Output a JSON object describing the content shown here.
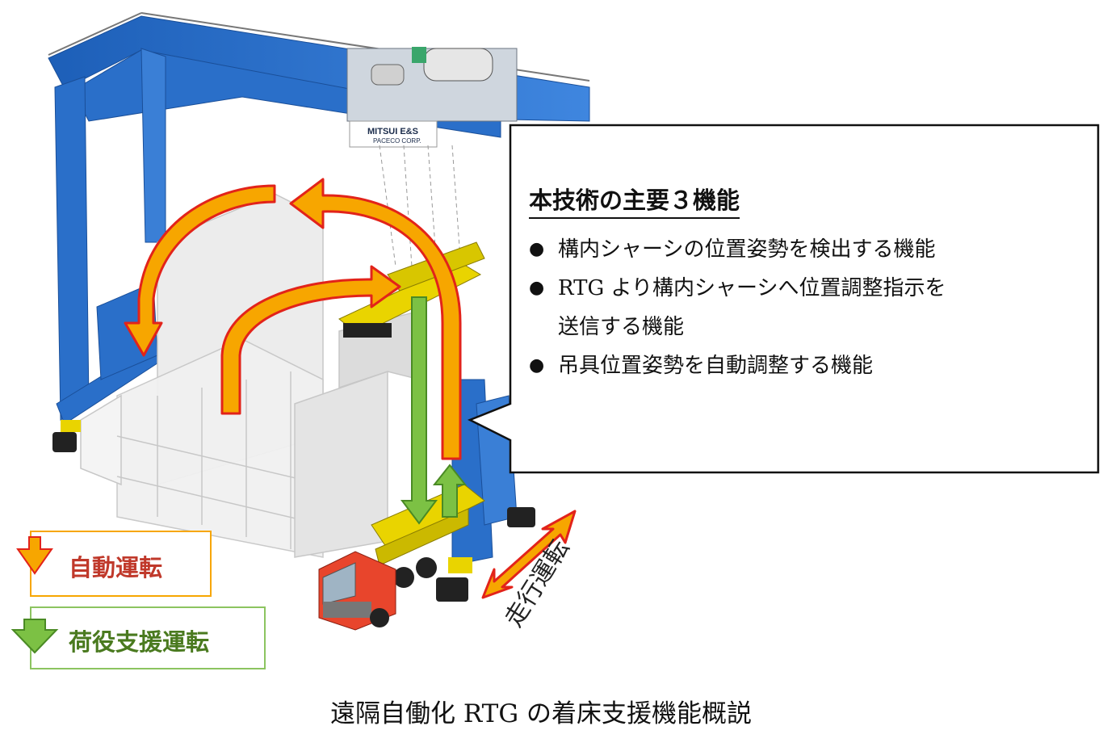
{
  "callout": {
    "title": "本技術の主要３機能",
    "items": [
      "構内シャーシの位置姿勢を検出する機能",
      "RTG より構内シャーシへ位置調整指示を",
      "吊具位置姿勢を自動調整する機能"
    ],
    "item2_continued": "送信する機能"
  },
  "crane_logo": {
    "line1": "MITSUI E&S",
    "line2": "PACECO CORP."
  },
  "legend": {
    "auto_label": "自動運転",
    "assist_label": "荷役支援運転"
  },
  "travel_label": "走行運転",
  "caption": "遠隔自働化 RTG の着床支援機能概説",
  "colors": {
    "crane_blue": "#2a6fc9",
    "arrow_orange": "#f7a600",
    "arrow_red_outline": "#e2231a",
    "arrow_green": "#7cc144",
    "truck_red": "#e8452c",
    "chassis_yellow": "#e9d400"
  }
}
